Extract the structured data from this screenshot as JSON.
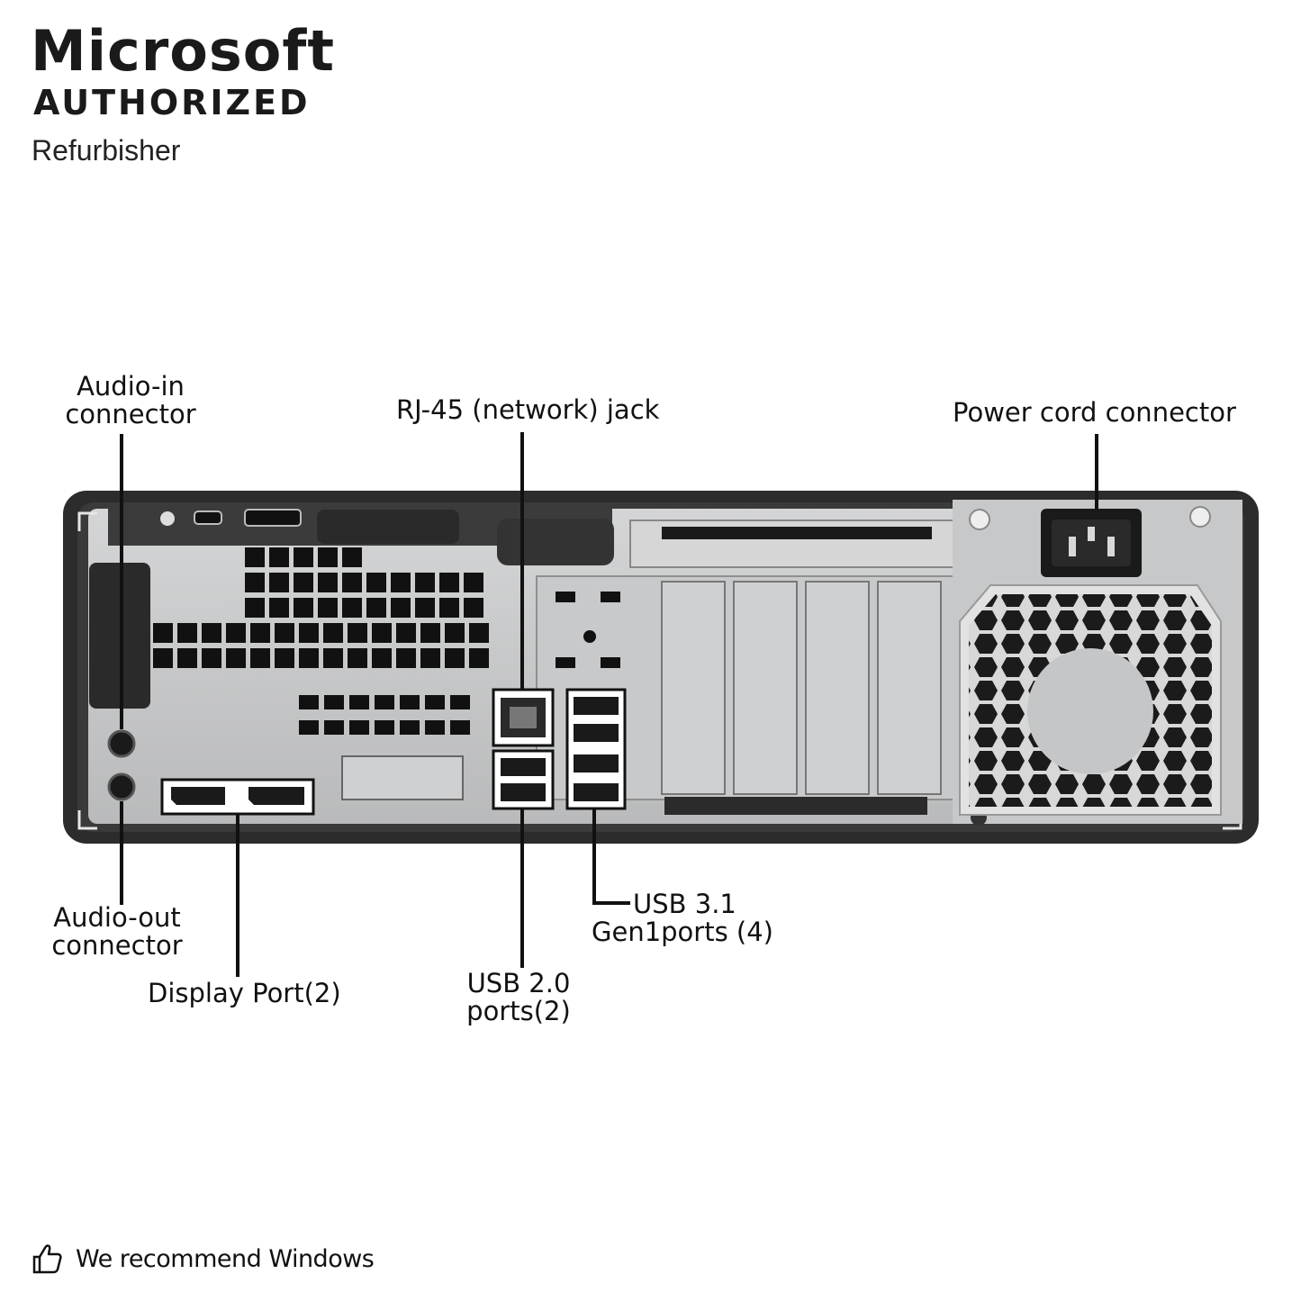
{
  "branding": {
    "title": "Microsoft",
    "subtitle": "AUTHORIZED",
    "tagline": "Refurbisher"
  },
  "callouts": {
    "audio_in": [
      "Audio-in",
      "connector"
    ],
    "rj45": "RJ-45 (network) jack",
    "power": "Power cord connector",
    "audio_out": [
      "Audio-out",
      "connector"
    ],
    "display_port": "Display Port(2)",
    "usb2": [
      "USB 2.0",
      "ports(2)"
    ],
    "usb31": [
      "USB 3.1",
      "Gen1ports (4)"
    ]
  },
  "footer": {
    "icon": "thumbs-up-icon",
    "text": "We recommend Windows"
  },
  "colors": {
    "chassis": "#2b2b2b",
    "panel": "#c9cacb",
    "port": "#1a1a1a"
  }
}
